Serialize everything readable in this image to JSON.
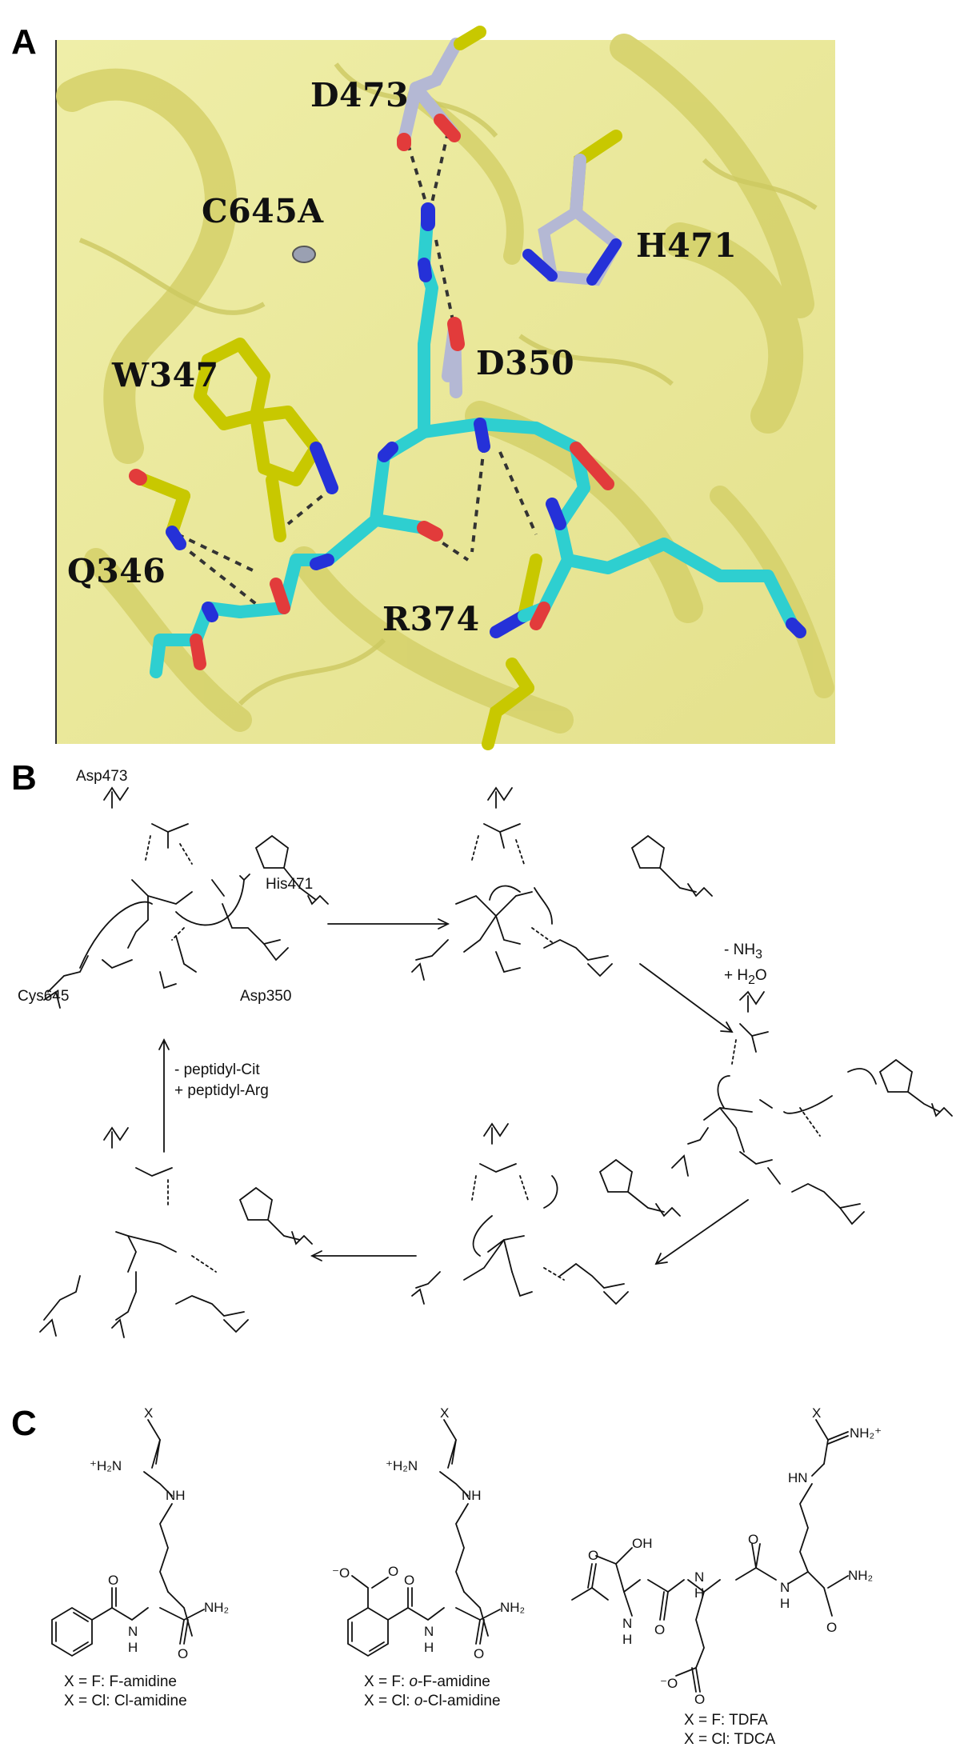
{
  "panels": {
    "a": "A",
    "b": "B",
    "c": "C"
  },
  "panel_a": {
    "residues": {
      "d473": "D473",
      "c645a": "C645A",
      "h471": "H471",
      "w347": "W347",
      "d350": "D350",
      "q346": "Q346",
      "r374": "R374"
    },
    "colors": {
      "protein": "#e9e69a",
      "peptide": "#2ecfd0",
      "residue": "#c8c800",
      "enzyme": "#b4b8d4",
      "oxygen": "#e23b3b",
      "nitrogen": "#2531d8"
    }
  },
  "panel_b": {
    "residue_names": {
      "asp473": "Asp473",
      "his471": "His471",
      "cys645": "Cys645",
      "asp350": "Asp350"
    },
    "step_right": {
      "line1": "- NH",
      "sub1": "3",
      "line2": "+ H",
      "sub2": "2",
      "line2b": "O"
    },
    "step_up": {
      "line1": "- peptidyl-Cit",
      "line2": "+ peptidyl-Arg"
    }
  },
  "panel_c": {
    "compounds": [
      {
        "cap1": "X = F:  F-amidine",
        "cap2": "X = Cl:  Cl-amidine"
      },
      {
        "cap1_pre": "X = F:  ",
        "cap1_it": "o",
        "cap1_post": "-F-amidine",
        "cap2_pre": "X = Cl:  ",
        "cap2_it": "o",
        "cap2_post": "-Cl-amidine"
      },
      {
        "cap1": "X = F:  TDFA",
        "cap2": "X = Cl: TDCA"
      }
    ]
  }
}
